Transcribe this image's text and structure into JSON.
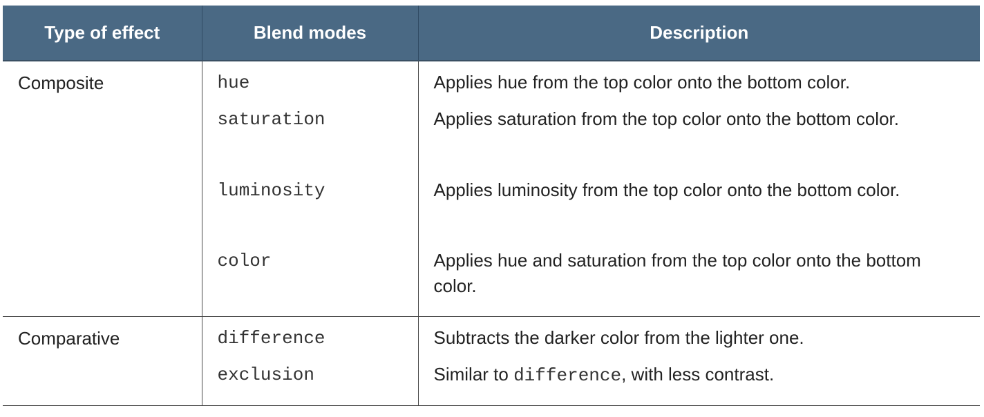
{
  "table": {
    "headers": [
      "Type of effect",
      "Blend modes",
      "Description"
    ],
    "rows": [
      {
        "type": "Composite",
        "mode": "hue",
        "description": "Applies hue from the top color onto the bottom color."
      },
      {
        "type": "",
        "mode": "saturation",
        "description": "Applies saturation from the top color onto the bottom color."
      },
      {
        "type": "",
        "mode": "luminosity",
        "description": "Applies luminosity from the top color onto the bottom color."
      },
      {
        "type": "",
        "mode": "color",
        "description": "Applies hue and saturation from the top color onto the bottom color."
      },
      {
        "type": "Comparative",
        "mode": "difference",
        "description": "Subtracts the darker color from the lighter one."
      },
      {
        "type": "",
        "mode": "exclusion",
        "description_before": "Similar to ",
        "description_code": "difference",
        "description_after": ", with less contrast."
      }
    ]
  },
  "colors": {
    "header_bg": "#4a6984",
    "header_text": "#ffffff",
    "body_text": "#222222",
    "rule": "#444444"
  }
}
